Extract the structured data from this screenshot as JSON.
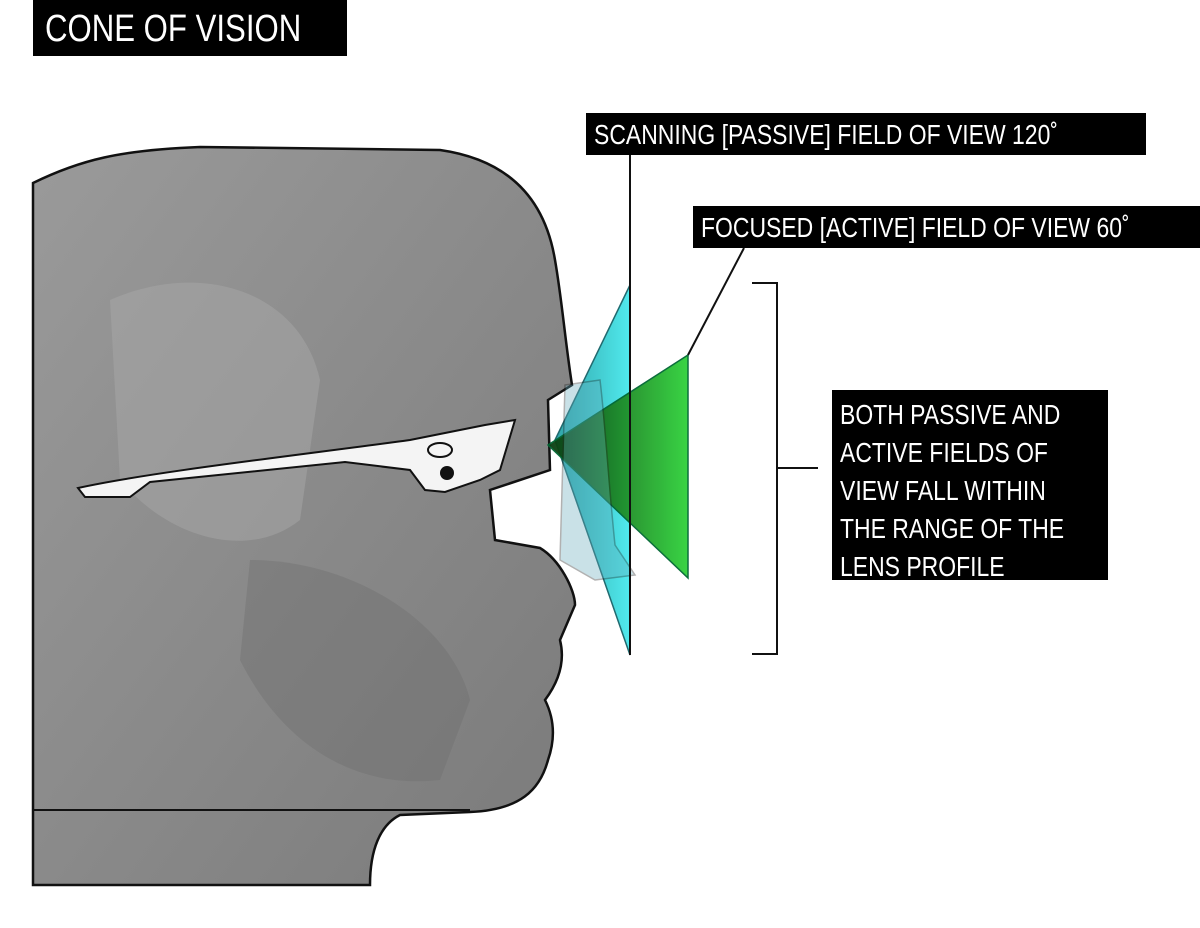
{
  "title": "CONE OF VISION",
  "labels": {
    "scanning": "SCANNING [PASSIVE] FIELD OF VIEW 120˚",
    "focused": "FOCUSED [ACTIVE] FIELD OF VIEW 60˚",
    "note_lines": [
      "BOTH PASSIVE AND",
      "ACTIVE FIELDS OF",
      "VIEW FALL WITHIN",
      "THE RANGE OF THE",
      "LENS PROFILE"
    ]
  },
  "colors": {
    "passive": "#3ee8ec",
    "active": "#2fd23a",
    "head": "#8a8a8a"
  }
}
